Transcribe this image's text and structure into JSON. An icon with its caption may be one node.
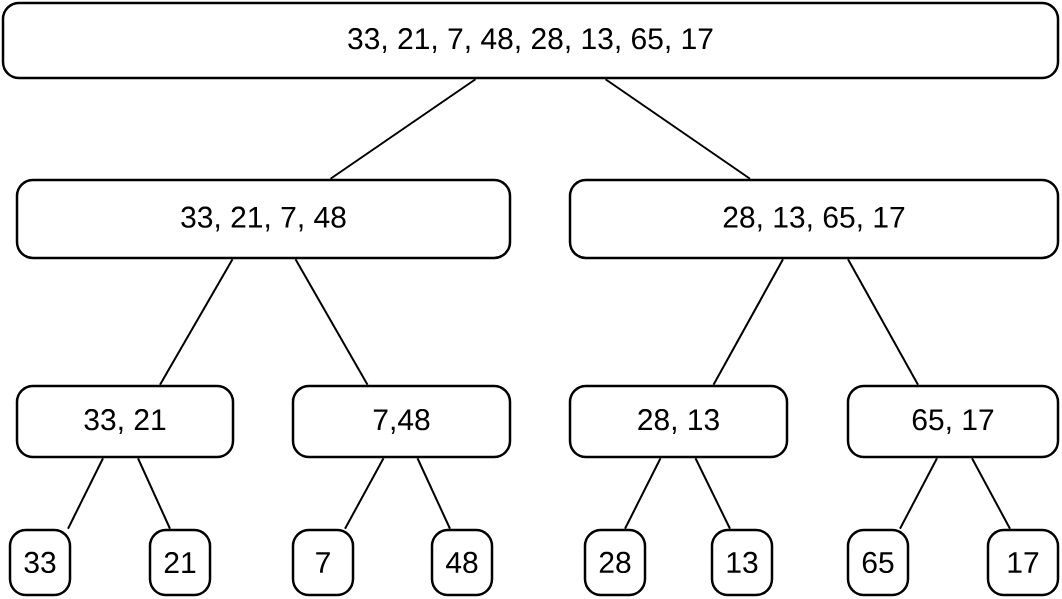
{
  "diagram": {
    "nodes": [
      {
        "text": [
          "33, 21, 7, 48, 28, 13, 65, 17"
        ]
      },
      {
        "text": [
          "33, 21, 7, 48"
        ]
      },
      {
        "text": [
          "28, 13, 65, 17"
        ]
      },
      {
        "text": [
          "33, 21"
        ]
      },
      {
        "text": [
          "7,48"
        ]
      },
      {
        "text": [
          "28, 13"
        ]
      },
      {
        "text": [
          "65, 17"
        ]
      },
      {
        "text": [
          "33"
        ]
      },
      {
        "text": [
          "21"
        ]
      },
      {
        "text": [
          "7"
        ]
      },
      {
        "text": [
          "48"
        ]
      },
      {
        "text": [
          "28"
        ]
      },
      {
        "text": [
          "13"
        ]
      },
      {
        "text": [
          "65"
        ]
      },
      {
        "text": [
          "17"
        ]
      }
    ],
    "edges": [
      {
        "from": 0,
        "to": 1,
        "arrow": "none"
      },
      {
        "from": 0,
        "to": 2,
        "arrow": "none"
      },
      {
        "from": 1,
        "to": 3,
        "arrow": "none"
      },
      {
        "from": 1,
        "to": 4,
        "arrow": "none"
      },
      {
        "from": 2,
        "to": 5,
        "arrow": "none"
      },
      {
        "from": 2,
        "to": 6,
        "arrow": "none"
      },
      {
        "from": 3,
        "to": 7,
        "arrow": "none"
      },
      {
        "from": 3,
        "to": 8,
        "arrow": "none"
      },
      {
        "from": 4,
        "to": 9,
        "arrow": "none"
      },
      {
        "from": 4,
        "to": 10,
        "arrow": "none"
      },
      {
        "from": 5,
        "to": 11,
        "arrow": "none"
      },
      {
        "from": 5,
        "to": 12,
        "arrow": "none"
      },
      {
        "from": 6,
        "to": 13,
        "arrow": "none"
      },
      {
        "from": 6,
        "to": 14,
        "arrow": "none"
      }
    ]
  }
}
